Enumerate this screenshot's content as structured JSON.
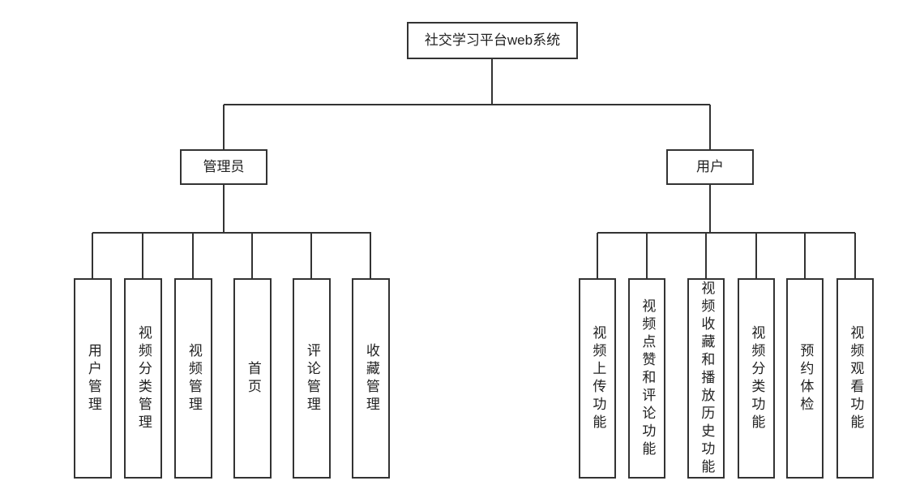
{
  "diagram": {
    "root": "社交学习平台web系统",
    "admin": {
      "label": "管理员",
      "children": [
        "用户管理",
        "视频分类管理",
        "视频管理",
        "首页",
        "评论管理",
        "收藏管理"
      ]
    },
    "user": {
      "label": "用户",
      "children": [
        "视频上传功能",
        "视频点赞和评论功能",
        "视频收藏和播放历史功能",
        "视频分类功能",
        "预约体检",
        "视频观看功能"
      ]
    }
  },
  "colors": {
    "line": "#333333",
    "box_border": "#333333",
    "background": "#ffffff",
    "text": "#222222"
  }
}
